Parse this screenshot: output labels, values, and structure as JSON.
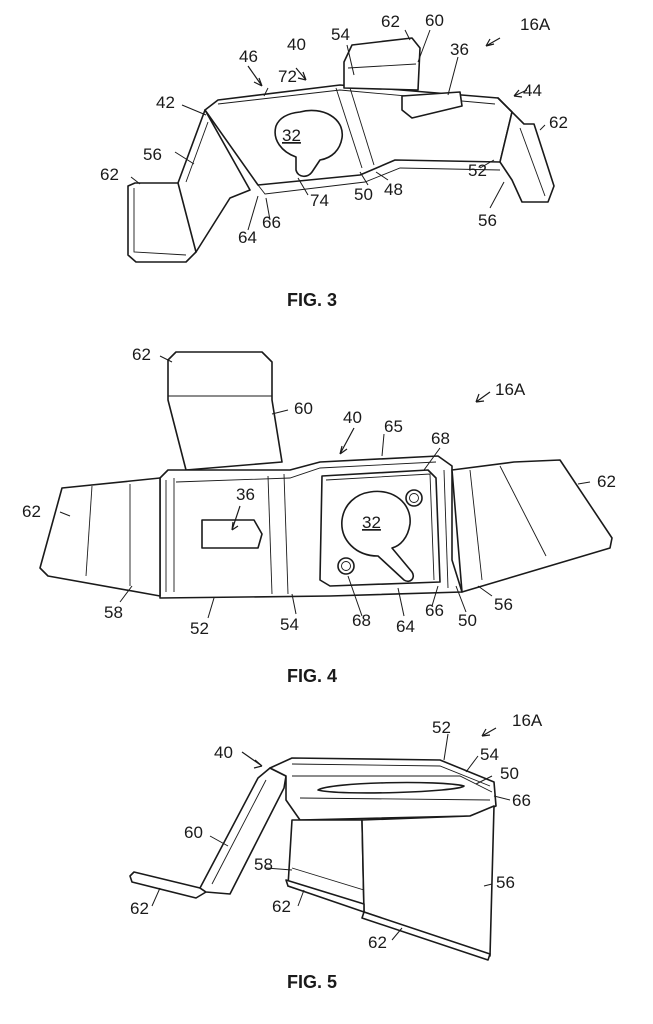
{
  "figures": [
    {
      "caption": "FIG. 3",
      "labels": {
        "assembly": "16A",
        "clip": "40",
        "flange_a": "42",
        "flange_b": "44",
        "edge": "46",
        "edge_b": "48",
        "wall": "50",
        "panel": "52",
        "rib": "54",
        "leg": "56",
        "tab": "60",
        "foot_a": "62",
        "foot_b": "62",
        "foot_c": "62",
        "recess": "64",
        "rim": "66",
        "slot": "72",
        "neck": "74",
        "aperture": "32",
        "opening": "36"
      }
    },
    {
      "caption": "FIG. 4",
      "labels": {
        "assembly": "16A",
        "clip": "40",
        "tab": "60",
        "foot_top": "62",
        "foot_left": "62",
        "foot_right": "62",
        "edge": "65",
        "boss_top": "68",
        "boss_bottom": "68",
        "opening": "36",
        "aperture": "32",
        "leg_left": "58",
        "panel": "52",
        "rib": "54",
        "recess": "64",
        "rim": "66",
        "wall": "50",
        "leg_right": "56"
      }
    },
    {
      "caption": "FIG. 5",
      "labels": {
        "assembly": "16A",
        "clip": "40",
        "panel": "52",
        "rib": "54",
        "wall": "50",
        "rim": "66",
        "tab": "60",
        "leg_left": "58",
        "leg_right": "56",
        "foot_a": "62",
        "foot_b": "62",
        "foot_c": "62"
      }
    }
  ]
}
